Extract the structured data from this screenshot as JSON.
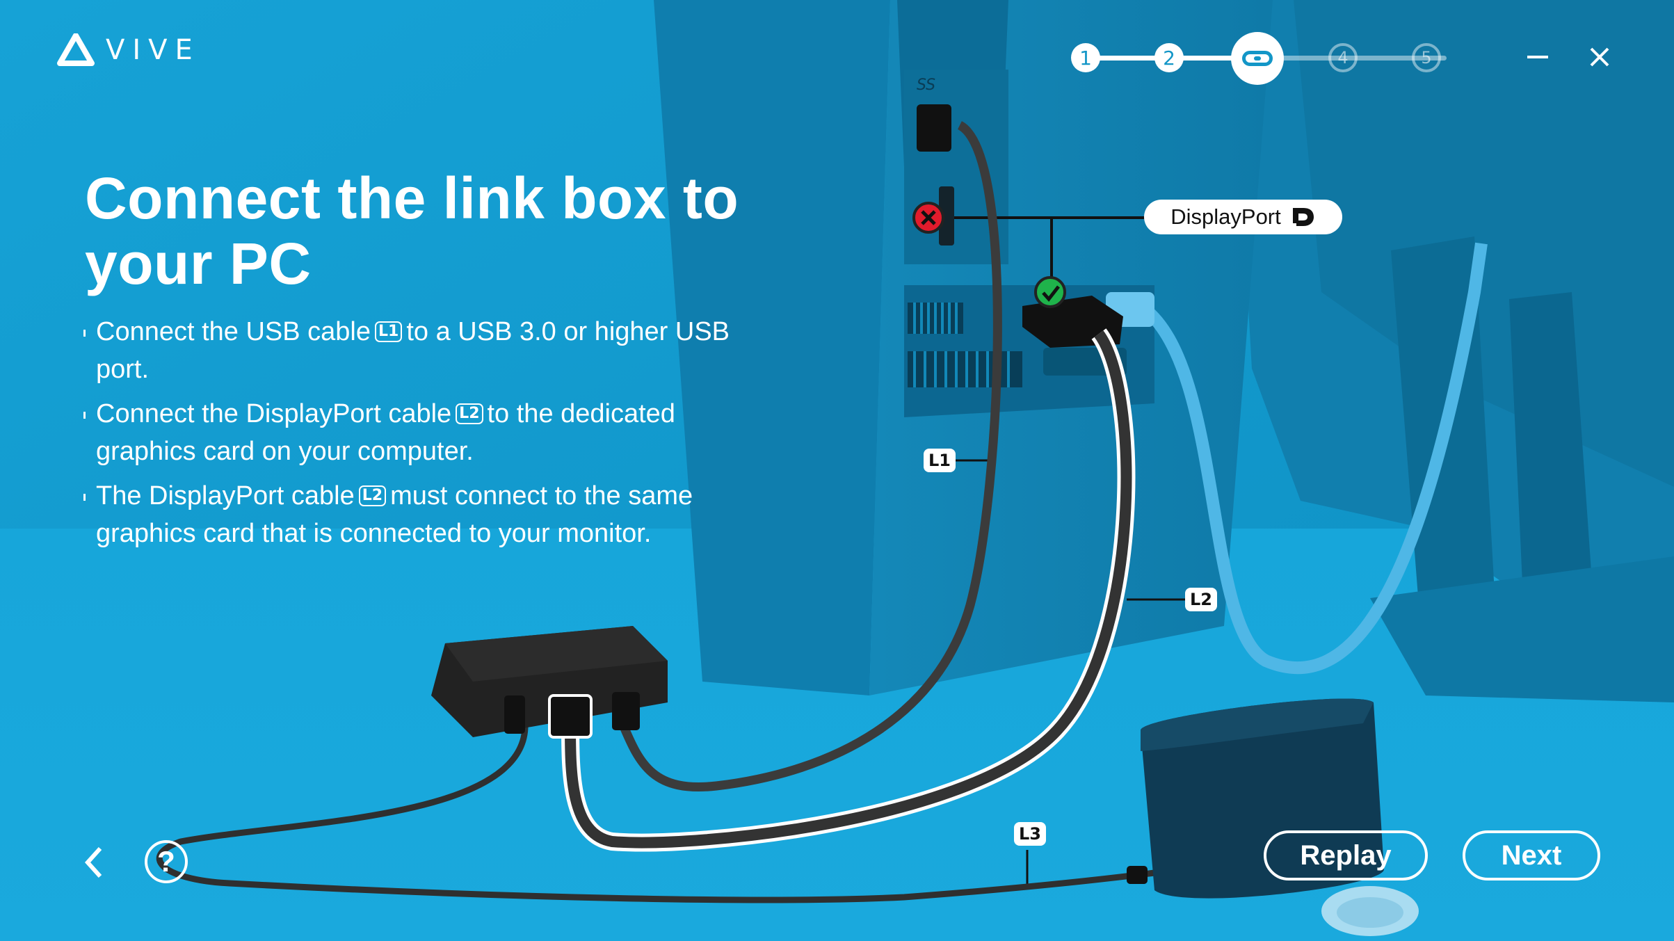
{
  "window": {
    "logo_text": "VIVE"
  },
  "stepper": {
    "steps": [
      {
        "label": "1",
        "state": "done"
      },
      {
        "label": "2",
        "state": "done"
      },
      {
        "label": "",
        "state": "current",
        "icon": "link-box-icon"
      },
      {
        "label": "4",
        "state": "todo"
      },
      {
        "label": "5",
        "state": "todo"
      }
    ]
  },
  "content": {
    "title_line1": "Connect the link box to",
    "title_line2": "your PC",
    "bullets": [
      {
        "before": "Connect the USB cable",
        "chip": "L1",
        "after": "to a USB 3.0 or higher USB port."
      },
      {
        "before": "Connect the DisplayPort cable",
        "chip": "L2",
        "after": "to the dedicated graphics card on your computer."
      },
      {
        "before": "The DisplayPort cable",
        "chip": "L2",
        "after": "must connect to the same graphics card that is connected to your monitor."
      }
    ]
  },
  "scene": {
    "displayport_label": "DisplayPort",
    "usb_port_symbol": "SS",
    "cable_labels": {
      "l1": "L1",
      "l2": "L2",
      "l3": "L3"
    },
    "colors": {
      "background": "#1396c7",
      "ok": "#1fb34b",
      "error": "#e21b2c"
    }
  },
  "footer": {
    "replay_label": "Replay",
    "next_label": "Next",
    "help_label": "?"
  }
}
